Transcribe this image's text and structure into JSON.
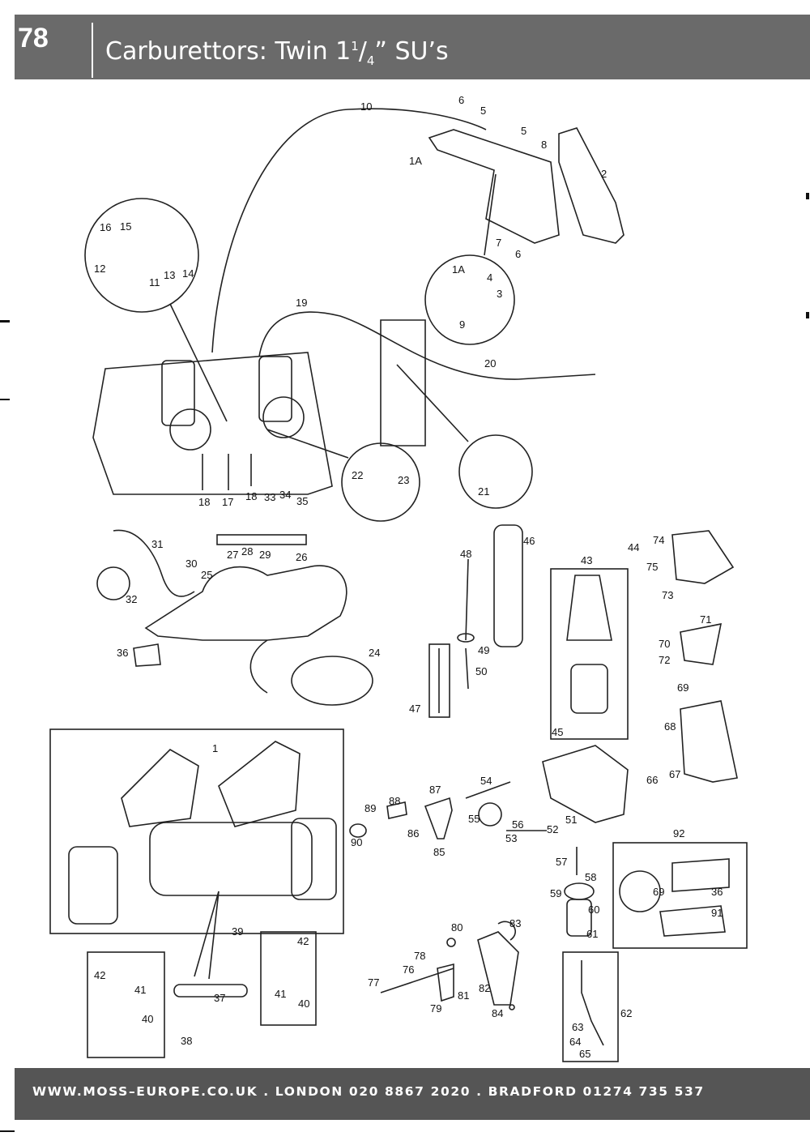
{
  "header": {
    "page_number": "78",
    "title_main": "Carburettors: Twin 1",
    "title_num": "1",
    "title_den": "4",
    "title_tail": "” SU’s"
  },
  "footer": {
    "text": "WWW.MOSS–EUROPE.CO.UK  .  LONDON 020 8867 2020  .  BRADFORD 01274 735 537"
  },
  "labels": [
    "10",
    "6",
    "5",
    "5",
    "8",
    "1A",
    "2",
    "7",
    "6",
    "1A",
    "4",
    "3",
    "9",
    "16",
    "15",
    "12",
    "11",
    "13",
    "14",
    "19",
    "20",
    "22",
    "23",
    "21",
    "18",
    "17",
    "18",
    "33",
    "34",
    "35",
    "31",
    "48",
    "46",
    "43",
    "44",
    "74",
    "75",
    "73",
    "30",
    "27",
    "28",
    "29",
    "26",
    "25",
    "32",
    "36",
    "24",
    "49",
    "50",
    "71",
    "70",
    "72",
    "47",
    "69",
    "68",
    "45",
    "66",
    "67",
    "1",
    "54",
    "88",
    "87",
    "89",
    "56",
    "55",
    "51",
    "86",
    "90",
    "52",
    "53",
    "85",
    "92",
    "57",
    "58",
    "59",
    "60",
    "69",
    "36",
    "91",
    "61",
    "39",
    "42",
    "80",
    "83",
    "78",
    "76",
    "81",
    "82",
    "41",
    "40",
    "77",
    "79",
    "84",
    "62",
    "42",
    "41",
    "40",
    "37",
    "38",
    "63",
    "64",
    "65"
  ]
}
